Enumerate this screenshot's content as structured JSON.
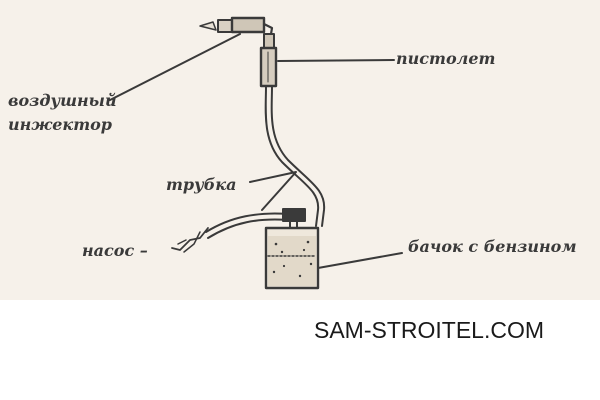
{
  "diagram": {
    "labels": {
      "air_injector_line1": "воздушный",
      "air_injector_line2": "инжектор",
      "gun": "пистолет",
      "tube": "трубка",
      "pump": "насос –",
      "tank": "бачок с бензином"
    },
    "colors": {
      "ink": "#3a3a3a",
      "paper": "#f6f1ea"
    }
  },
  "watermark": "SAM-STROITEL.COM"
}
